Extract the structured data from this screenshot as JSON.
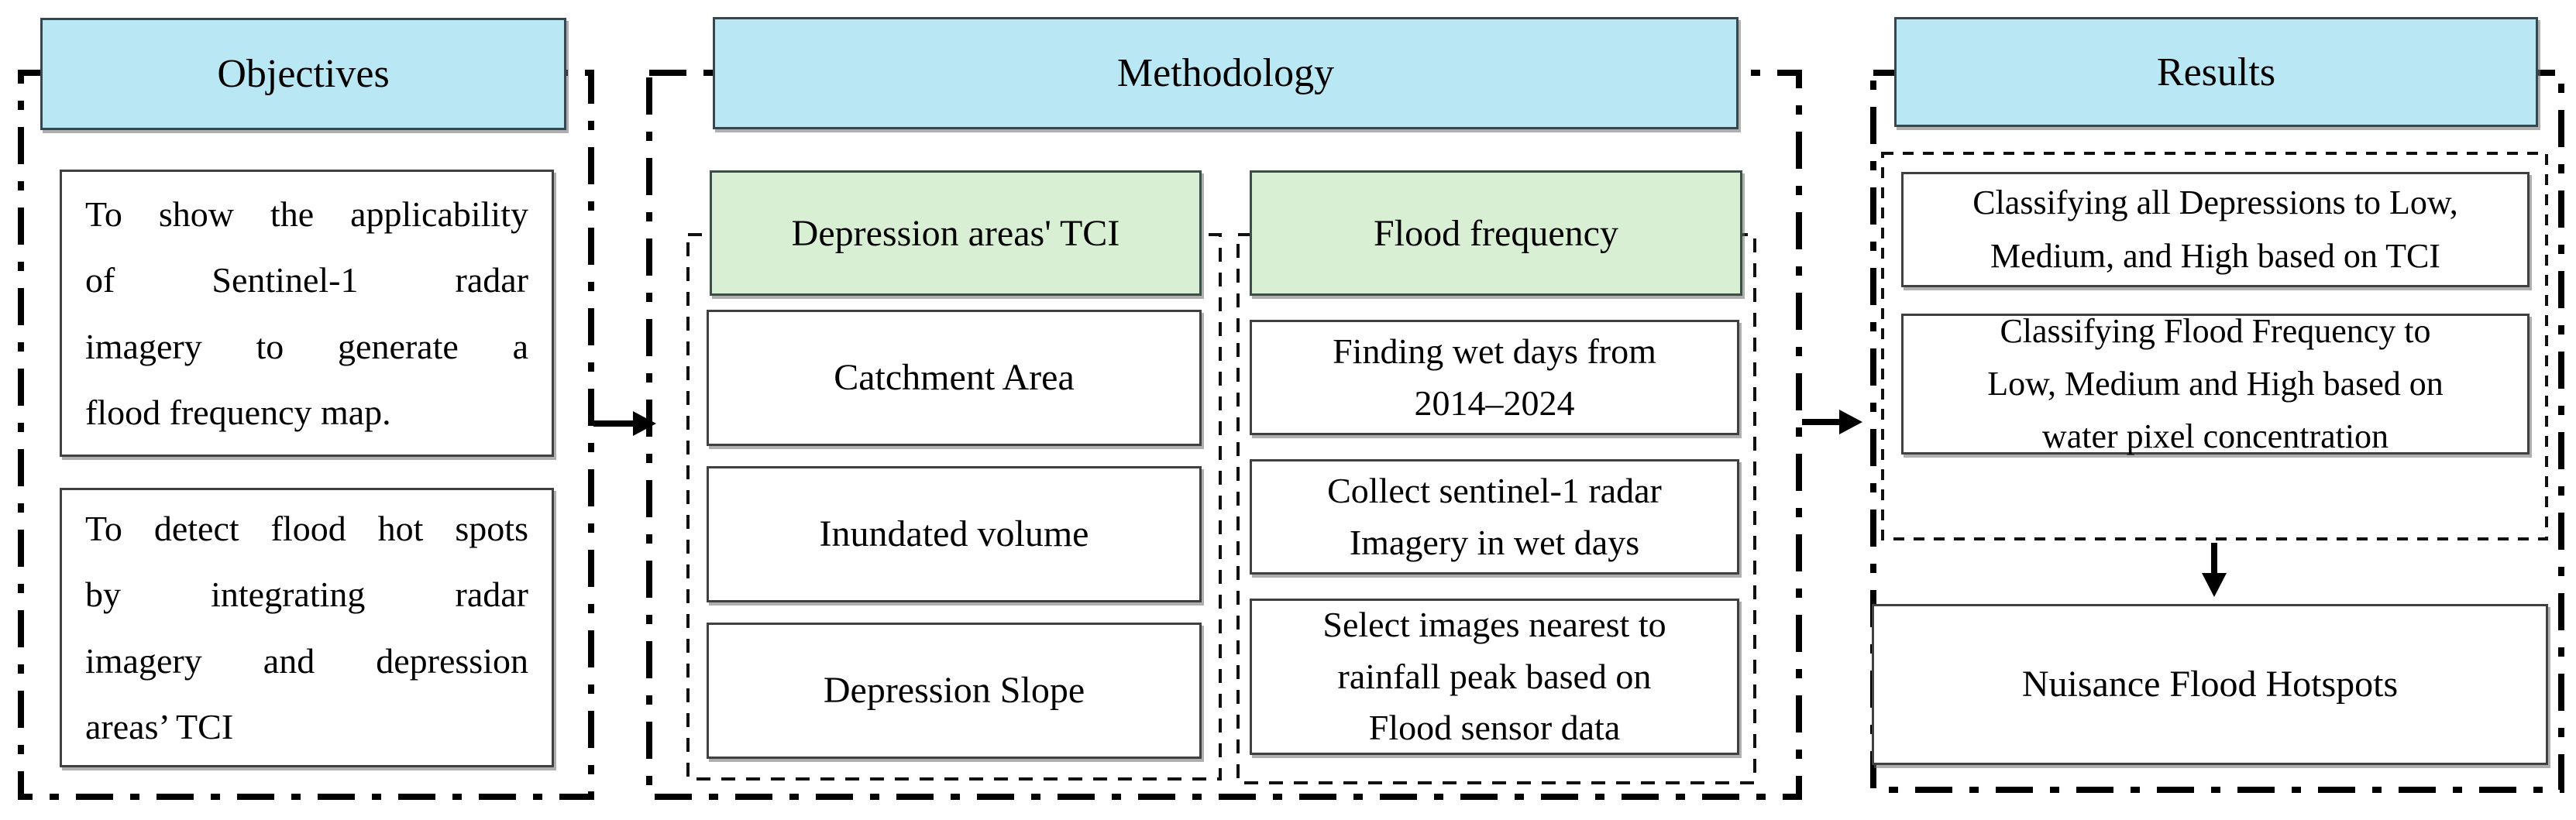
{
  "colors": {
    "section_header_fill": "#b9e8f4",
    "sub_header_fill": "#d9efd3",
    "box_border": "#404040",
    "connector": "#000000",
    "background": "#ffffff"
  },
  "objectives": {
    "title": "Objectives",
    "boxes": [
      {
        "lines_justified": "To show the applicability\nof Sentinel-1 radar\nimagery to generate a",
        "last_line": "flood frequency map."
      },
      {
        "lines_justified": "To detect flood hot spots\nby integrating radar\nimagery and depression",
        "last_line": "areas’ TCI"
      }
    ]
  },
  "methodology": {
    "title": "Methodology",
    "columns": [
      {
        "header": "Depression areas' TCI",
        "steps": [
          "Catchment Area",
          "Inundated volume",
          "Depression Slope"
        ]
      },
      {
        "header": "Flood frequency",
        "steps": [
          "Finding wet days from\n2014–2024",
          "Collect sentinel-1 radar\nImagery in wet days",
          "Select images nearest to\nrainfall peak based on\nFlood sensor data"
        ]
      }
    ]
  },
  "results": {
    "title": "Results",
    "classification_boxes": [
      "Classifying all Depressions to Low,\nMedium, and High based on TCI",
      "Classifying Flood Frequency to\nLow, Medium and High based on\nwater pixel concentration"
    ],
    "final_box": "Nuisance Flood Hotspots"
  }
}
